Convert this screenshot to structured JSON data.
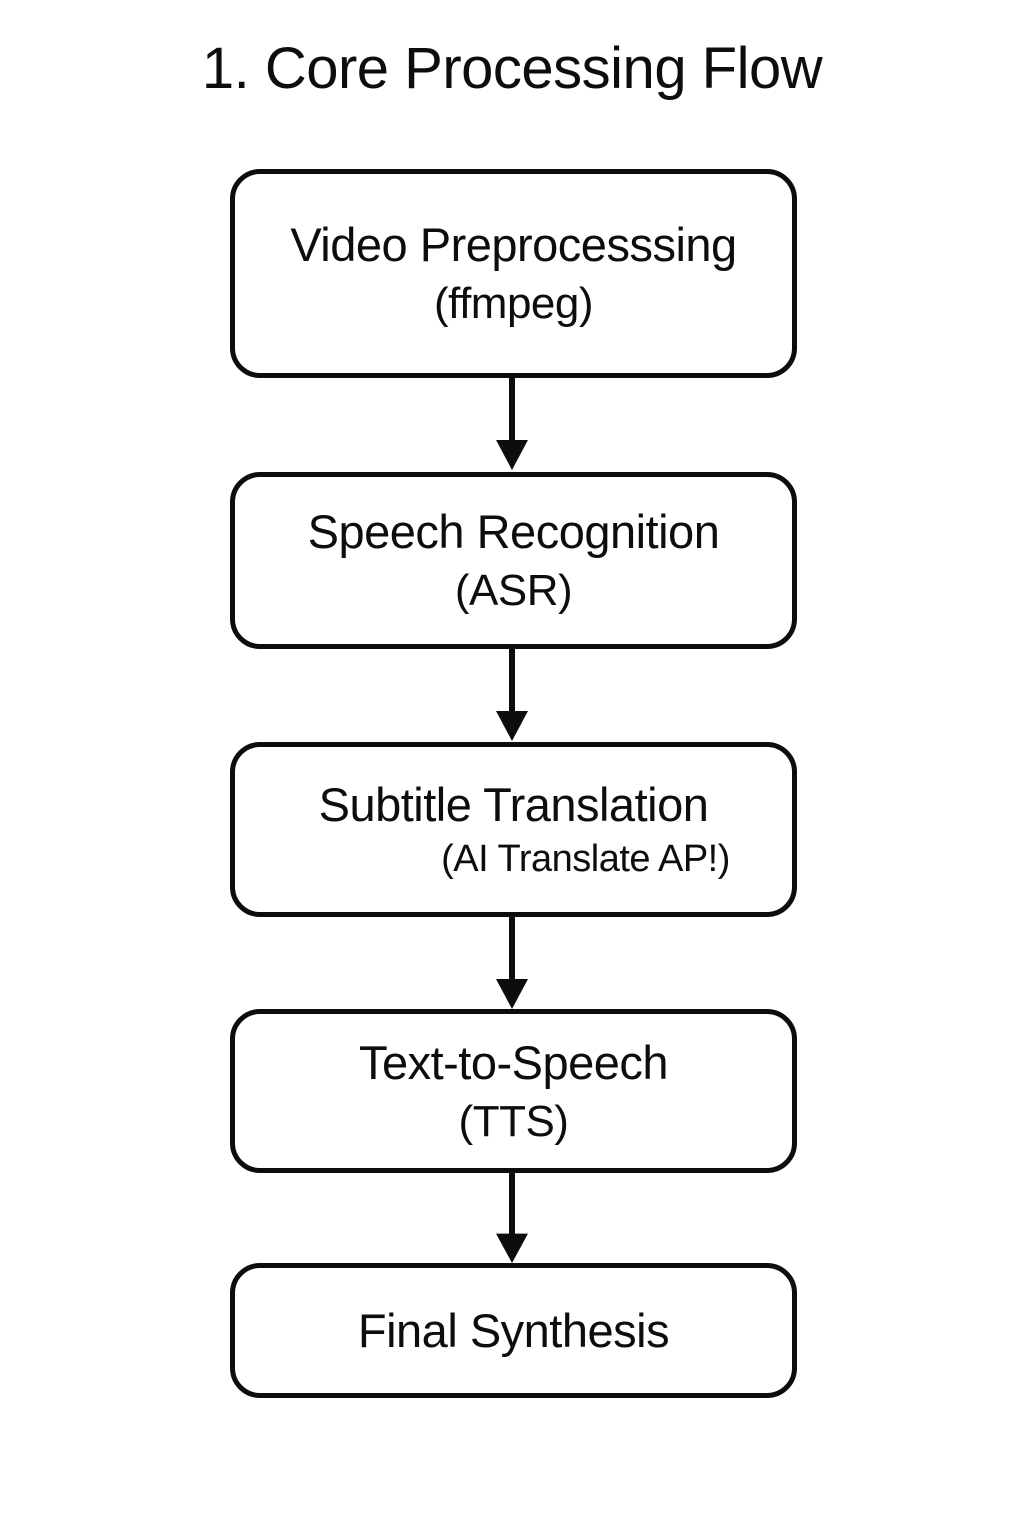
{
  "title": "1. Core Processing Flow",
  "colors": {
    "stroke": "#0d0d0d",
    "background": "#ffffff",
    "text": "#0d0d0d"
  },
  "flow": {
    "type": "flowchart",
    "direction": "top-down",
    "nodes": [
      {
        "id": "video-preprocessing",
        "title": "Video Preprocesssing",
        "subtitle": "(ffmpeg)"
      },
      {
        "id": "speech-recognition",
        "title": "Speech Recognition",
        "subtitle": "(ASR)"
      },
      {
        "id": "subtitle-translation",
        "title": "Subtitle Translation",
        "subtitle": "(AI Translate AP!)"
      },
      {
        "id": "text-to-speech",
        "title": "Text-to-Speech",
        "subtitle": "(TTS)"
      },
      {
        "id": "final-synthesis",
        "title": "Final Synthesis",
        "subtitle": ""
      }
    ],
    "edges": [
      {
        "from": "video-preprocessing",
        "to": "speech-recognition"
      },
      {
        "from": "speech-recognition",
        "to": "subtitle-translation"
      },
      {
        "from": "subtitle-translation",
        "to": "text-to-speech"
      },
      {
        "from": "text-to-speech",
        "to": "final-synthesis"
      }
    ]
  }
}
